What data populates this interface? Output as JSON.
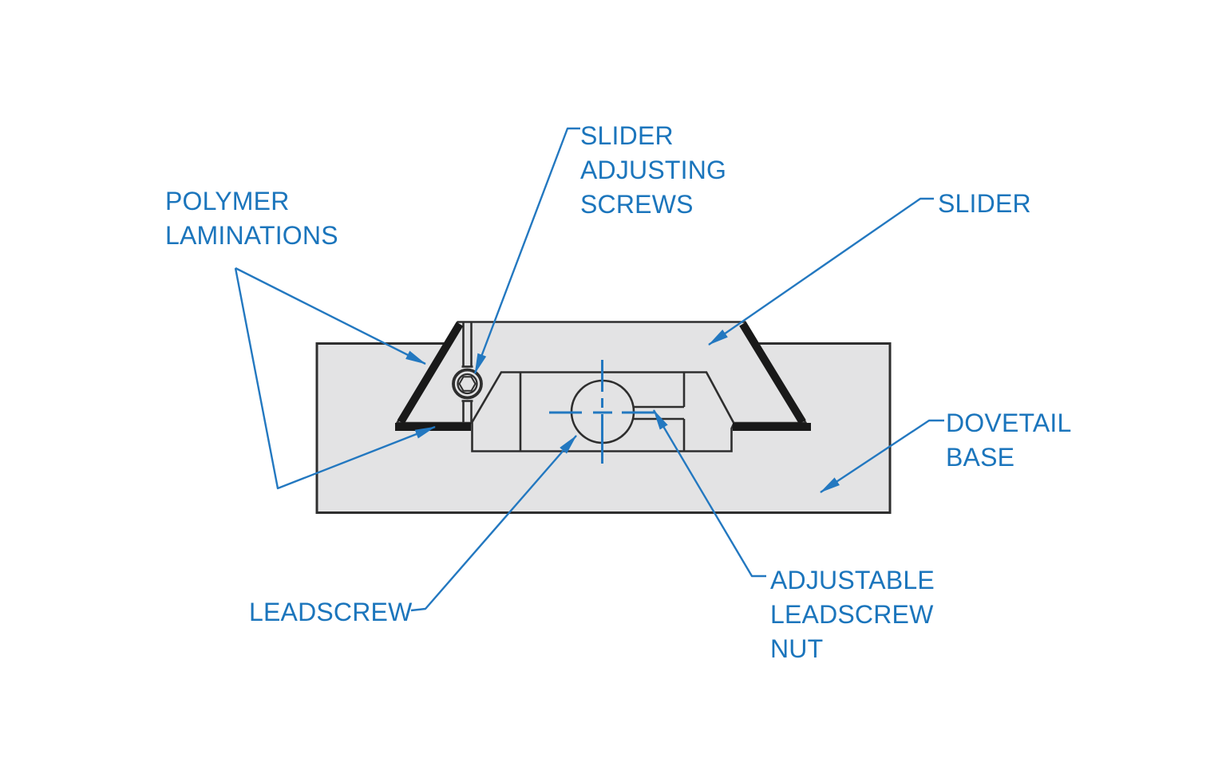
{
  "diagram_title": "",
  "colors": {
    "label": "#1b75bc",
    "line": "#2378c0",
    "outline": "#2e2e2e",
    "lamination": "#191919",
    "fill": "#e3e3e4",
    "background": "#ffffff"
  },
  "labels": {
    "polymer_laminations": {
      "lines": [
        "POLYMER",
        "LAMINATIONS"
      ]
    },
    "slider_adjusting_screws": {
      "lines": [
        "SLIDER",
        "ADJUSTING",
        "SCREWS"
      ]
    },
    "slider": {
      "lines": [
        "SLIDER"
      ]
    },
    "dovetail_base": {
      "lines": [
        "DOVETAIL",
        "BASE"
      ]
    },
    "adjustable_leadscrew_nut": {
      "lines": [
        "ADJUSTABLE",
        "LEADSCREW",
        "NUT"
      ]
    },
    "leadscrew": {
      "lines": [
        "LEADSCREW"
      ]
    }
  }
}
